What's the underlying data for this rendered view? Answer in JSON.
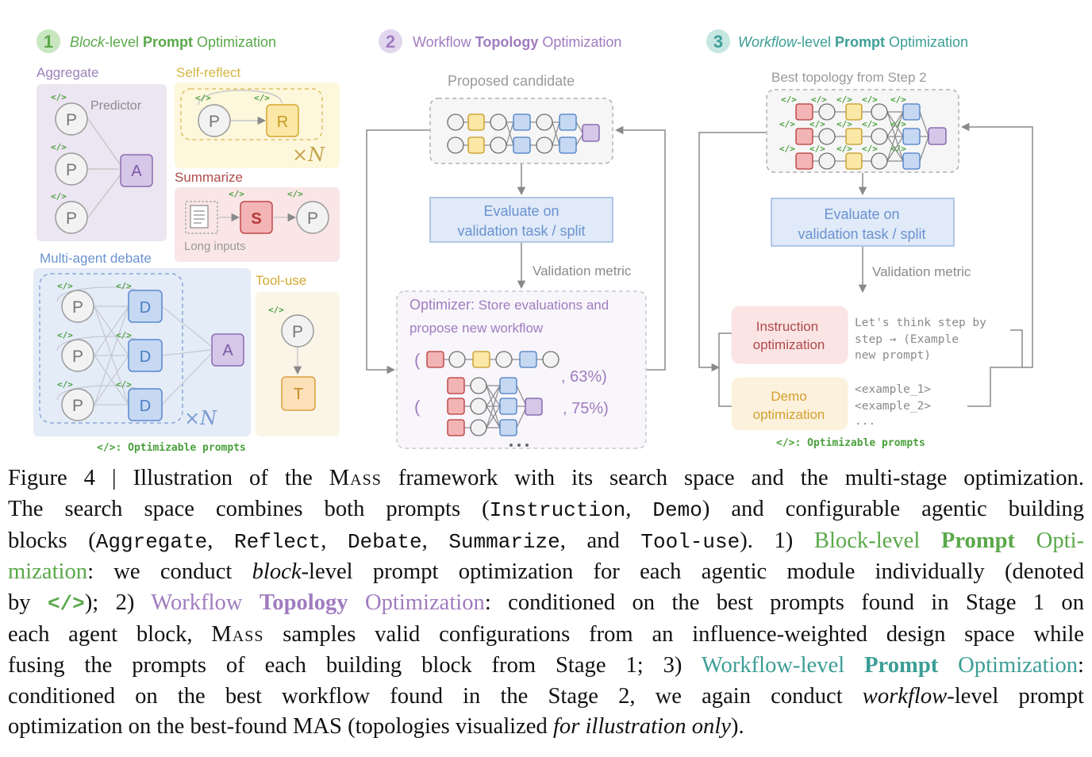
{
  "stage1": {
    "num": "1",
    "title_a": "Block",
    "title_b": "-level ",
    "title_c": "Prompt",
    "title_d": " Optimization",
    "aggregate": "Aggregate",
    "predictor": "Predictor",
    "self_reflect": "Self-reflect",
    "summarize": "Summarize",
    "long_inputs": "Long inputs",
    "debate": "Multi-agent debate",
    "tool_use": "Tool-use",
    "times_n": "×N",
    "code_tag": "</>",
    "legend": "</>: Optimizable prompts",
    "node_p": "P",
    "node_a": "A",
    "node_r": "R",
    "node_s": "S",
    "node_d": "D",
    "node_t": "T"
  },
  "stage2": {
    "num": "2",
    "title_a": "Workflow ",
    "title_b": "Topology",
    "title_c": " Optimization",
    "proposed": "Proposed candidate",
    "evaluate_1": "Evaluate on",
    "evaluate_2": "validation task / split",
    "metric": "Validation metric",
    "optimizer_a": "Optimizer:",
    "optimizer_b": " Store evaluations and",
    "optimizer_c": "propose new workflow",
    "score_1": ", 63%)",
    "score_2": ", 75%)",
    "paren": "("
  },
  "stage3": {
    "num": "3",
    "title_a": "Workflow",
    "title_b": "-level ",
    "title_c": "Prompt",
    "title_d": " Optimization",
    "best": "Best topology from Step 2",
    "evaluate_1": "Evaluate on",
    "evaluate_2": "validation task / split",
    "metric": "Validation metric",
    "instr_1": "Instruction",
    "instr_2": "optimization",
    "demo_1": "Demo",
    "demo_2": "optimization",
    "code_1": "Let's think step by",
    "code_2": "step → (Example",
    "code_3": "new prompt)",
    "code_4": "<example_1>",
    "code_5": "<example_2>",
    "code_6": "...",
    "legend": "</>: Optimizable prompts"
  },
  "caption": {
    "l1": "Figure 4 | Illustration of the MASS framework with its search space and the multi-stage optimization.",
    "l1_a": "Figure 4 | Illustration of the ",
    "l1_m": "Mass",
    "l1_b": " framework with its search space and the multi-stage optimization.",
    "l2_a": "The search space combines both prompts (",
    "l2_c1": "Instruction",
    "l2_b": ", ",
    "l2_c2": "Demo",
    "l2_c": ") and configurable agentic building",
    "l3_a": "blocks (",
    "l3_c1": "Aggregate",
    "l3_c2": "Reflect",
    "l3_c3": "Debate",
    "l3_c4": "Summarize",
    "l3_b": ", and ",
    "l3_c5": "Tool-use",
    "l3_c": "). 1) ",
    "l3_g1": "Block-level ",
    "l3_g2": "Prompt",
    "l3_g3": " Opti-",
    "comma": ", ",
    "l4_g": "mization",
    "l4_a": ": we conduct ",
    "l4_i": "block",
    "l4_b": "-level prompt optimization for each agentic module individually (denoted",
    "l5_a": "by ",
    "l5_code": "</>",
    "l5_b": "); 2) ",
    "l5_p1": "Workflow ",
    "l5_p2": "Topology",
    "l5_p3": " Optimization",
    "l5_c": ": conditioned on the best prompts found in Stage 1 on",
    "l6_a": "each agent block, ",
    "l6_m": "Mass",
    "l6_b": " samples valid configurations from an influence-weighted design space while",
    "l7_a": "fusing the prompts of each building block from Stage 1; 3) ",
    "l7_t1": "Workflow-level ",
    "l7_t2": "Prompt",
    "l7_t3": " Optimization",
    "l7_b": ":",
    "l8": "conditioned on the best workflow found in the Stage 2, we again conduct ",
    "l8_i": "workflow",
    "l8_b": "-level prompt",
    "l9_a": "optimization on the best-found MAS (topologies visualized ",
    "l9_i": "for illustration only",
    "l9_b": ")."
  },
  "colors": {
    "green": "#5aa84a",
    "purple": "#a07cc0",
    "teal": "#3c9e96",
    "gray": "#9a9a9a"
  }
}
